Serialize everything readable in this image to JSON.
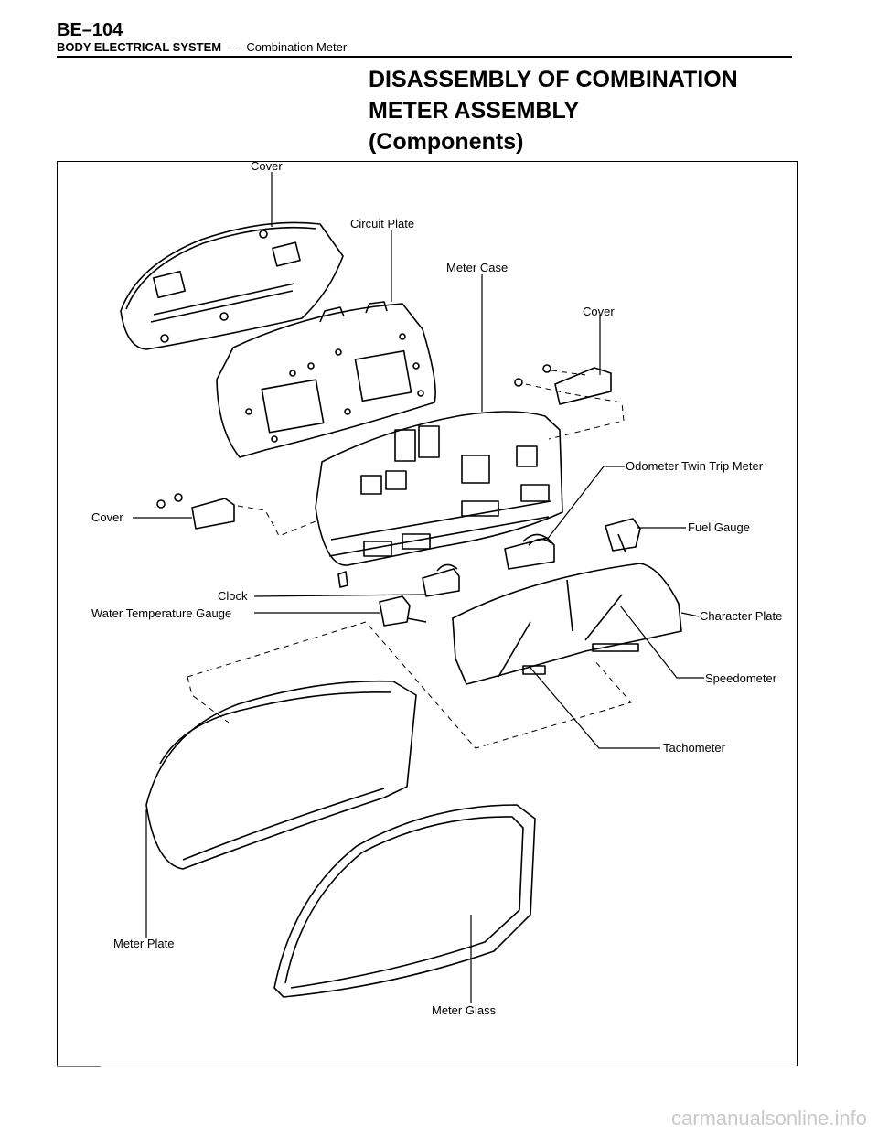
{
  "header": {
    "page_id": "BE–104",
    "section": "BODY ELECTRICAL SYSTEM",
    "separator": "–",
    "subsection": "Combination Meter"
  },
  "title": {
    "line1": "DISASSEMBLY OF COMBINATION",
    "line2": "METER ASSEMBLY",
    "line3": "(Components)"
  },
  "labels": {
    "cover_top": "Cover",
    "circuit_plate": "Circuit Plate",
    "meter_case": "Meter Case",
    "cover_right": "Cover",
    "odometer": "Odometer Twin Trip Meter",
    "cover_left": "Cover",
    "fuel_gauge": "Fuel Gauge",
    "clock": "Clock",
    "water_temp": "Water Temperature Gauge",
    "character_plate": "Character Plate",
    "speedometer": "Speedometer",
    "tachometer": "Tachometer",
    "meter_plate": "Meter Plate",
    "meter_glass": "Meter Glass"
  },
  "watermark": "carmanualsonline.info"
}
